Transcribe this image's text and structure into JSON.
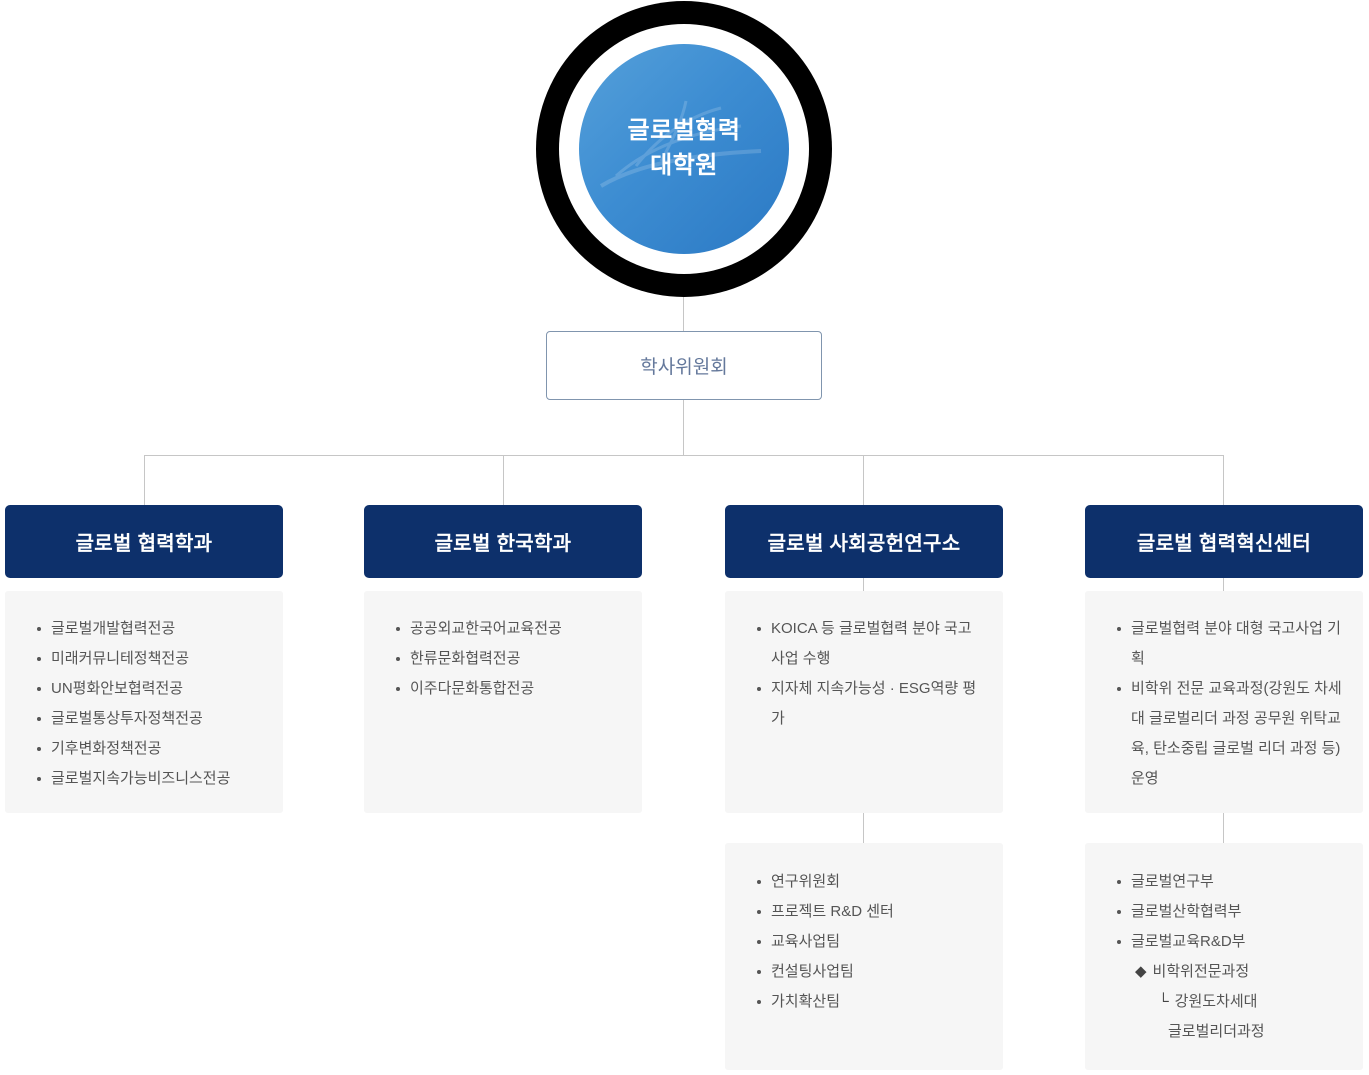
{
  "root_circle": {
    "line1": "글로벌협력",
    "line2": "대학원"
  },
  "committee": {
    "label": "학사위원회"
  },
  "colors": {
    "header_navy": "#0d306b",
    "circle_blue_light": "#55a0da",
    "circle_blue_dark": "#2b79c4",
    "circle_ring_black": "#000000",
    "connector_line": "#c6c6c6",
    "panel_background": "#f6f6f6",
    "committee_border": "#8095ae",
    "committee_text": "#64789b",
    "list_text": "#555555"
  },
  "departments": [
    {
      "title": "글로벌 협력학과",
      "items": [
        "글로벌개발협력전공",
        "미래커뮤니테정책전공",
        "UN평화안보협력전공",
        "글로벌통상투자정책전공",
        "기후변화정책전공",
        "글로벌지속가능비즈니스전공"
      ]
    },
    {
      "title": "글로벌 한국학과",
      "items": [
        "공공외교한국어교육전공",
        "한류문화협력전공",
        "이주다문화통합전공"
      ]
    },
    {
      "title": "글로벌 사회공헌연구소",
      "items": [
        "KOICA 등 글로벌협력 분야 국고사업 수행",
        "지자체 지속가능성 · ESG역량 평가"
      ],
      "sub_items": [
        "연구위원회",
        "프로젝트 R&D 센터",
        "교육사업팀",
        "컨설팅사업팀",
        "가치확산팀"
      ]
    },
    {
      "title": "글로벌 협력혁신센터",
      "items": [
        "글로벌협력 분야 대형 국고사업 기획",
        "비학위 전문 교육과정(강원도 차세대 글로벌리더 과정 공무원 위탁교육, 탄소중립 글로벌 리더 과정 등)운영"
      ],
      "sub_items": [
        "글로벌연구부",
        "글로벌산학협력부",
        "글로벌교육R&D부"
      ],
      "sub_special": [
        {
          "marker": "◆",
          "text": "비학위전문과정"
        },
        {
          "marker": "└",
          "text": "강원도차세대"
        },
        {
          "marker": "",
          "text": "글로벌리더과정"
        }
      ]
    }
  ]
}
